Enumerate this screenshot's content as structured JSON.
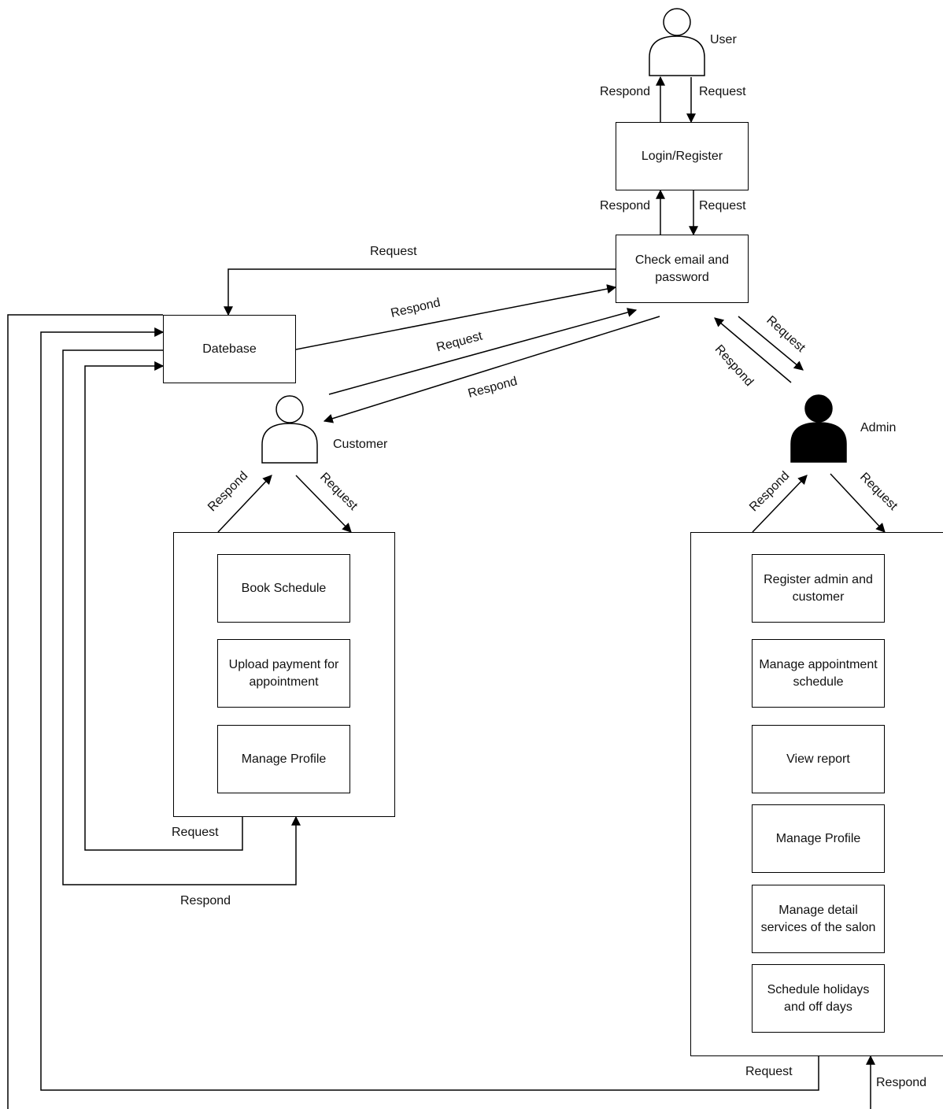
{
  "actors": {
    "user": "User",
    "customer": "Customer",
    "admin": "Admin"
  },
  "boxes": {
    "login": "Login/Register",
    "check": "Check email and password",
    "database": "Datebase"
  },
  "customer_functions": [
    "Book Schedule",
    "Upload payment for appointment",
    "Manage Profile"
  ],
  "admin_functions": [
    "Register admin and customer",
    "Manage appointment schedule",
    "View report",
    "Manage Profile",
    "Manage detail services of the salon",
    "Schedule holidays and off days"
  ],
  "flow": {
    "request": "Request",
    "respond": "Respond"
  },
  "colors": {
    "line": "#000000",
    "admin_fill": "#000000",
    "user_fill": "#ffffff"
  }
}
